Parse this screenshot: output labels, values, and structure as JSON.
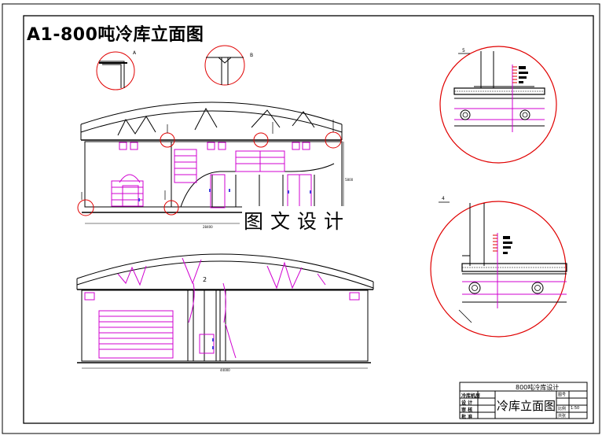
{
  "drawing": {
    "title": "A1-800吨冷库立面图",
    "watermark": "图文设计",
    "title_block": {
      "project": "800吨冷库设计",
      "drawing_name": "冷库立面图",
      "labels": [
        "冷库机房",
        "设 计",
        "审 核",
        "批 准"
      ],
      "right_labels": [
        "图号",
        "比例",
        "共张"
      ],
      "scale": "1:50"
    },
    "callouts": {
      "elevation_upper_mark": "2",
      "detail_a_num": "5",
      "detail_b_num": "4"
    },
    "colors": {
      "line": "#000000",
      "detail_circle": "#e00000",
      "equipment": "#d000d0"
    }
  }
}
